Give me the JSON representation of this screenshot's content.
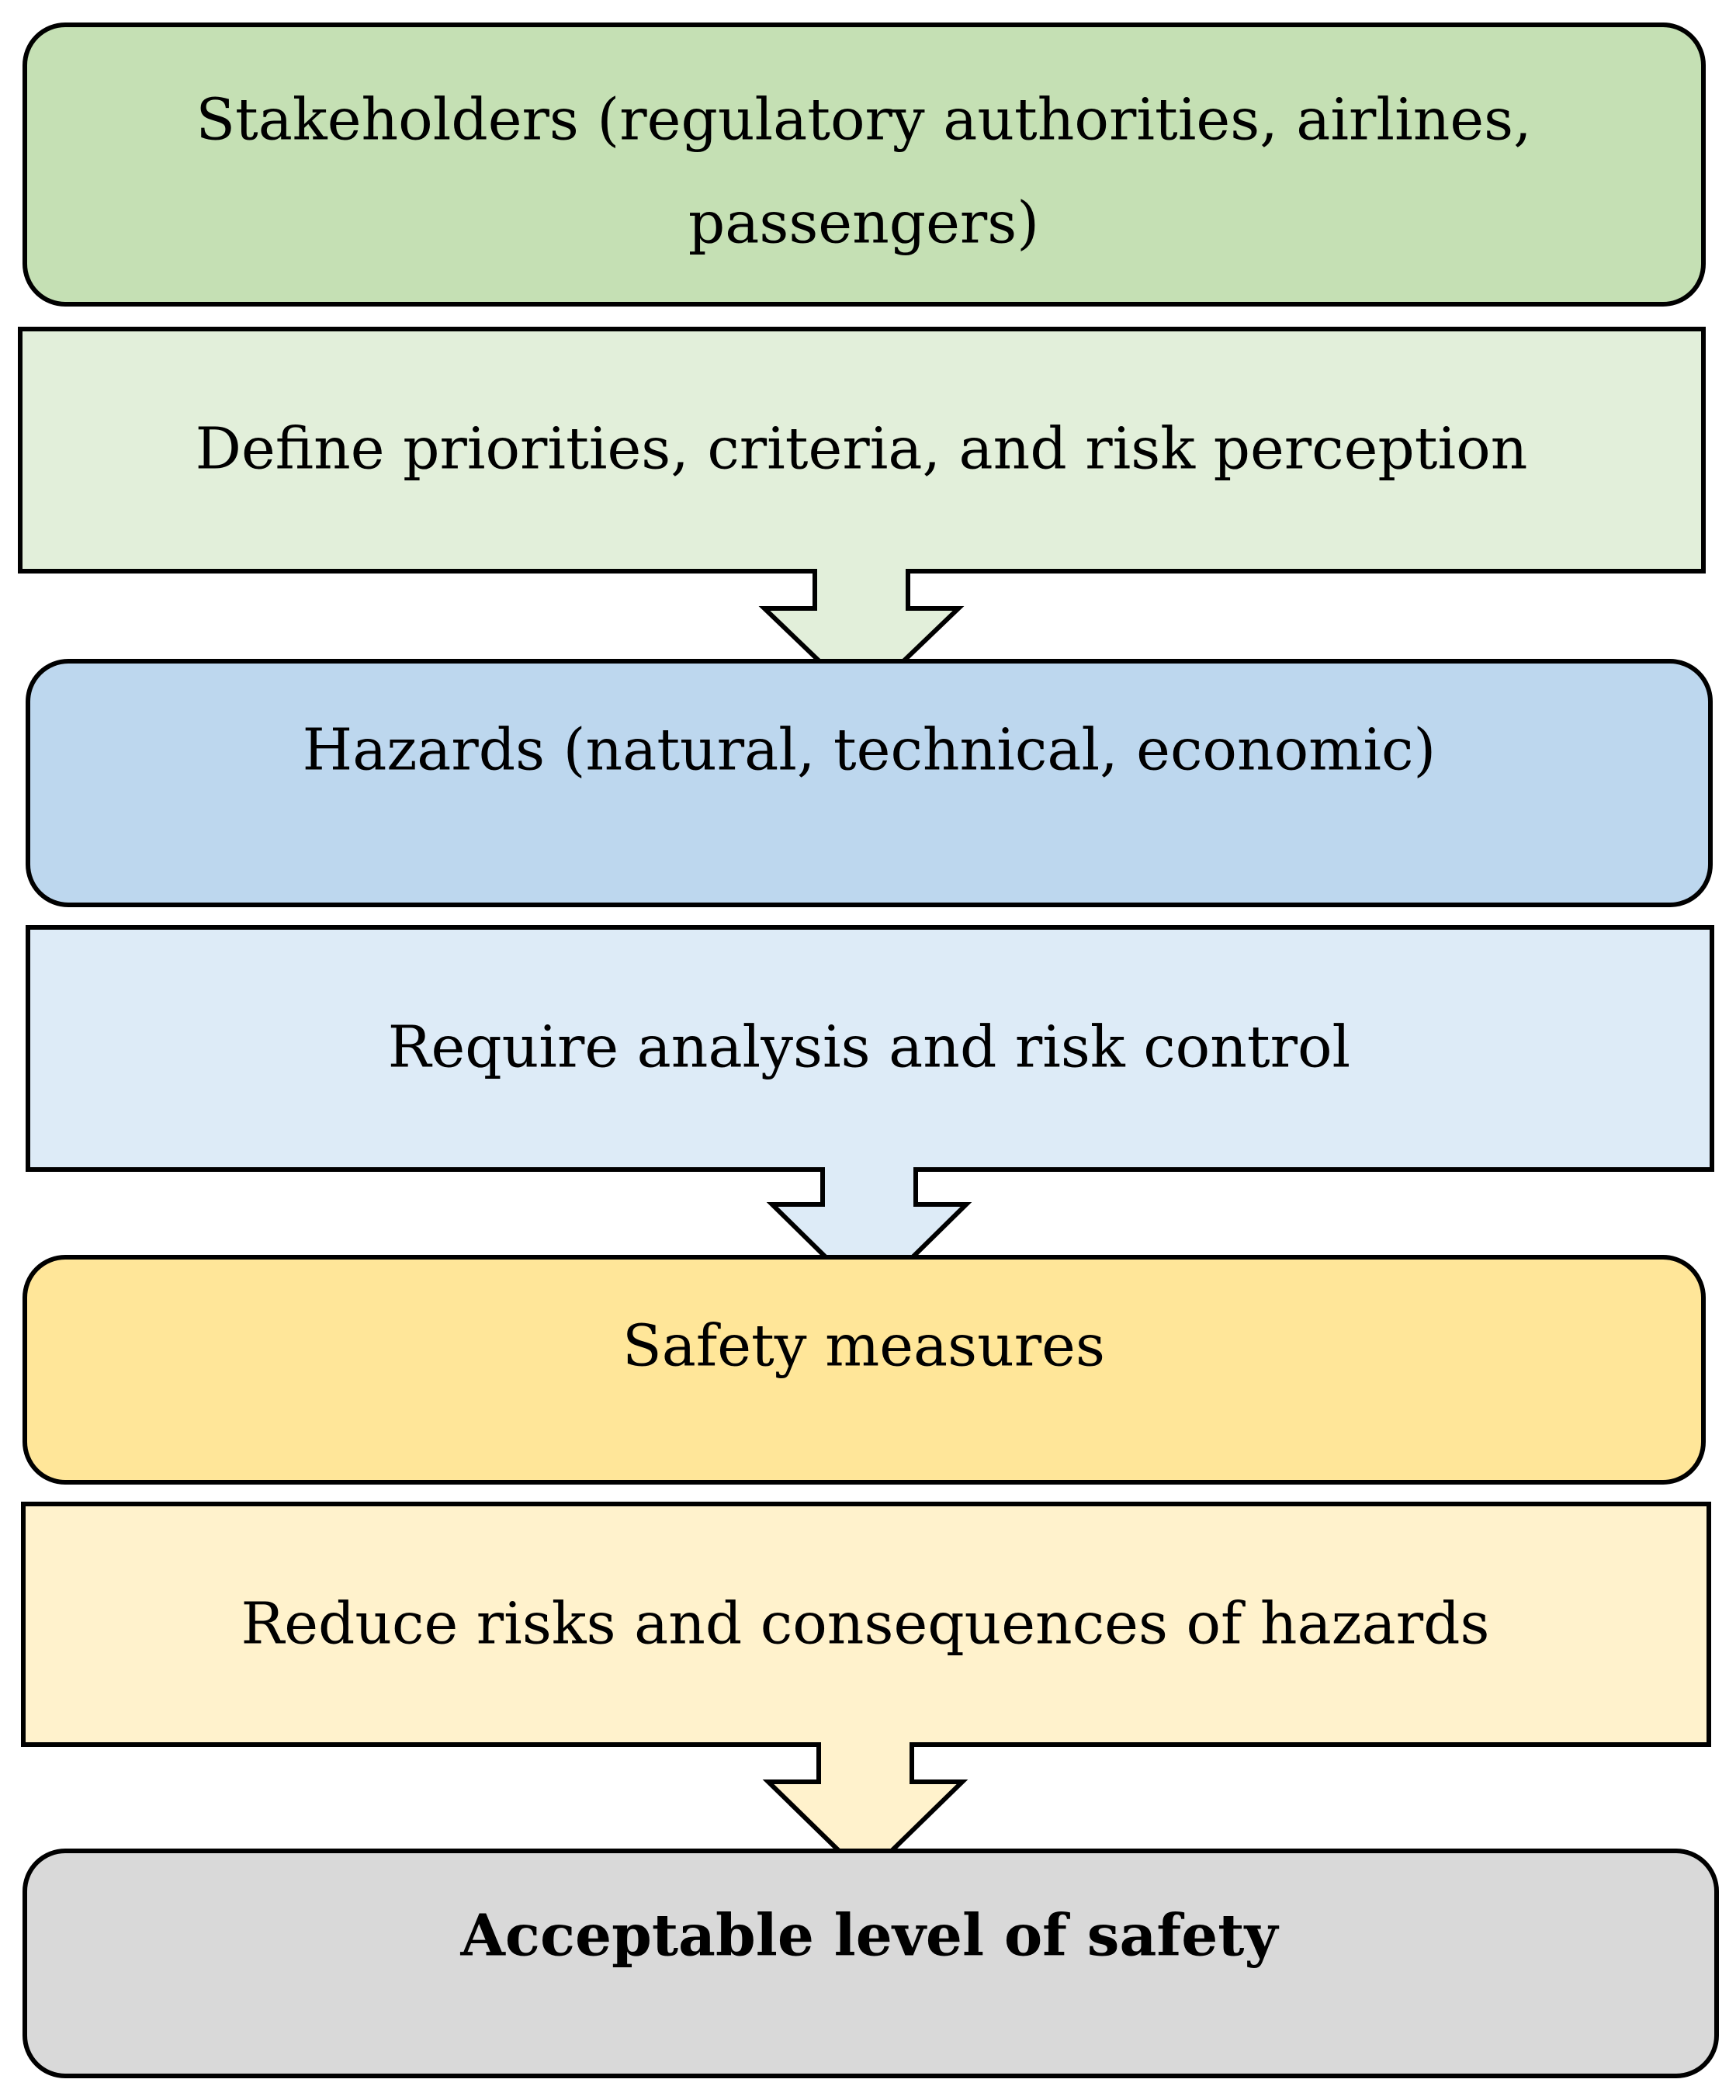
{
  "colors": {
    "green_dark": "#c5e0b4",
    "green_light": "#e2efda",
    "blue_dark": "#bdd7ee",
    "blue_light": "#ddebf7",
    "yellow_dark": "#ffe699",
    "yellow_light": "#fff2cc",
    "gray": "#d9d9d9",
    "stroke": "#000000"
  },
  "groups": [
    {
      "header": {
        "lines": [
          "Stakeholders (regulatory authorities, airlines,",
          "passengers)"
        ]
      },
      "action": {
        "lines": [
          "Define priorities, criteria, and risk perception"
        ]
      }
    },
    {
      "header": {
        "lines": [
          "Hazards (natural, technical, economic)"
        ]
      },
      "action": {
        "lines": [
          "Require analysis and risk control"
        ]
      }
    },
    {
      "header": {
        "lines": [
          "Safety measures"
        ]
      },
      "action": {
        "lines": [
          "Reduce risks and consequences of hazards"
        ]
      }
    }
  ],
  "result": {
    "lines": [
      "Acceptable level of safety"
    ]
  }
}
